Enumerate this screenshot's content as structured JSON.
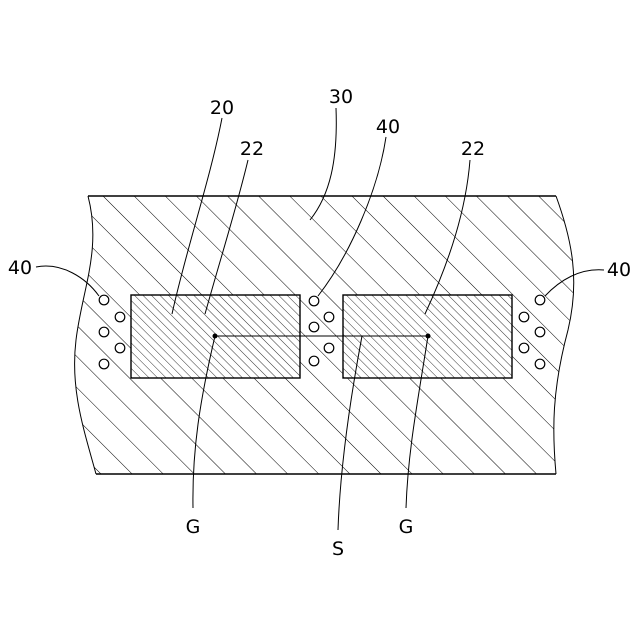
{
  "labels": {
    "board": "30",
    "chip_body": "20",
    "chip_left": "22",
    "chip_right": "22",
    "via_left": "40",
    "via_middle": "40",
    "via_right": "40",
    "centroid_left": "G",
    "centroid_right": "G",
    "spacing": "S"
  },
  "colors": {
    "stroke": "#000000",
    "background": "#ffffff"
  }
}
